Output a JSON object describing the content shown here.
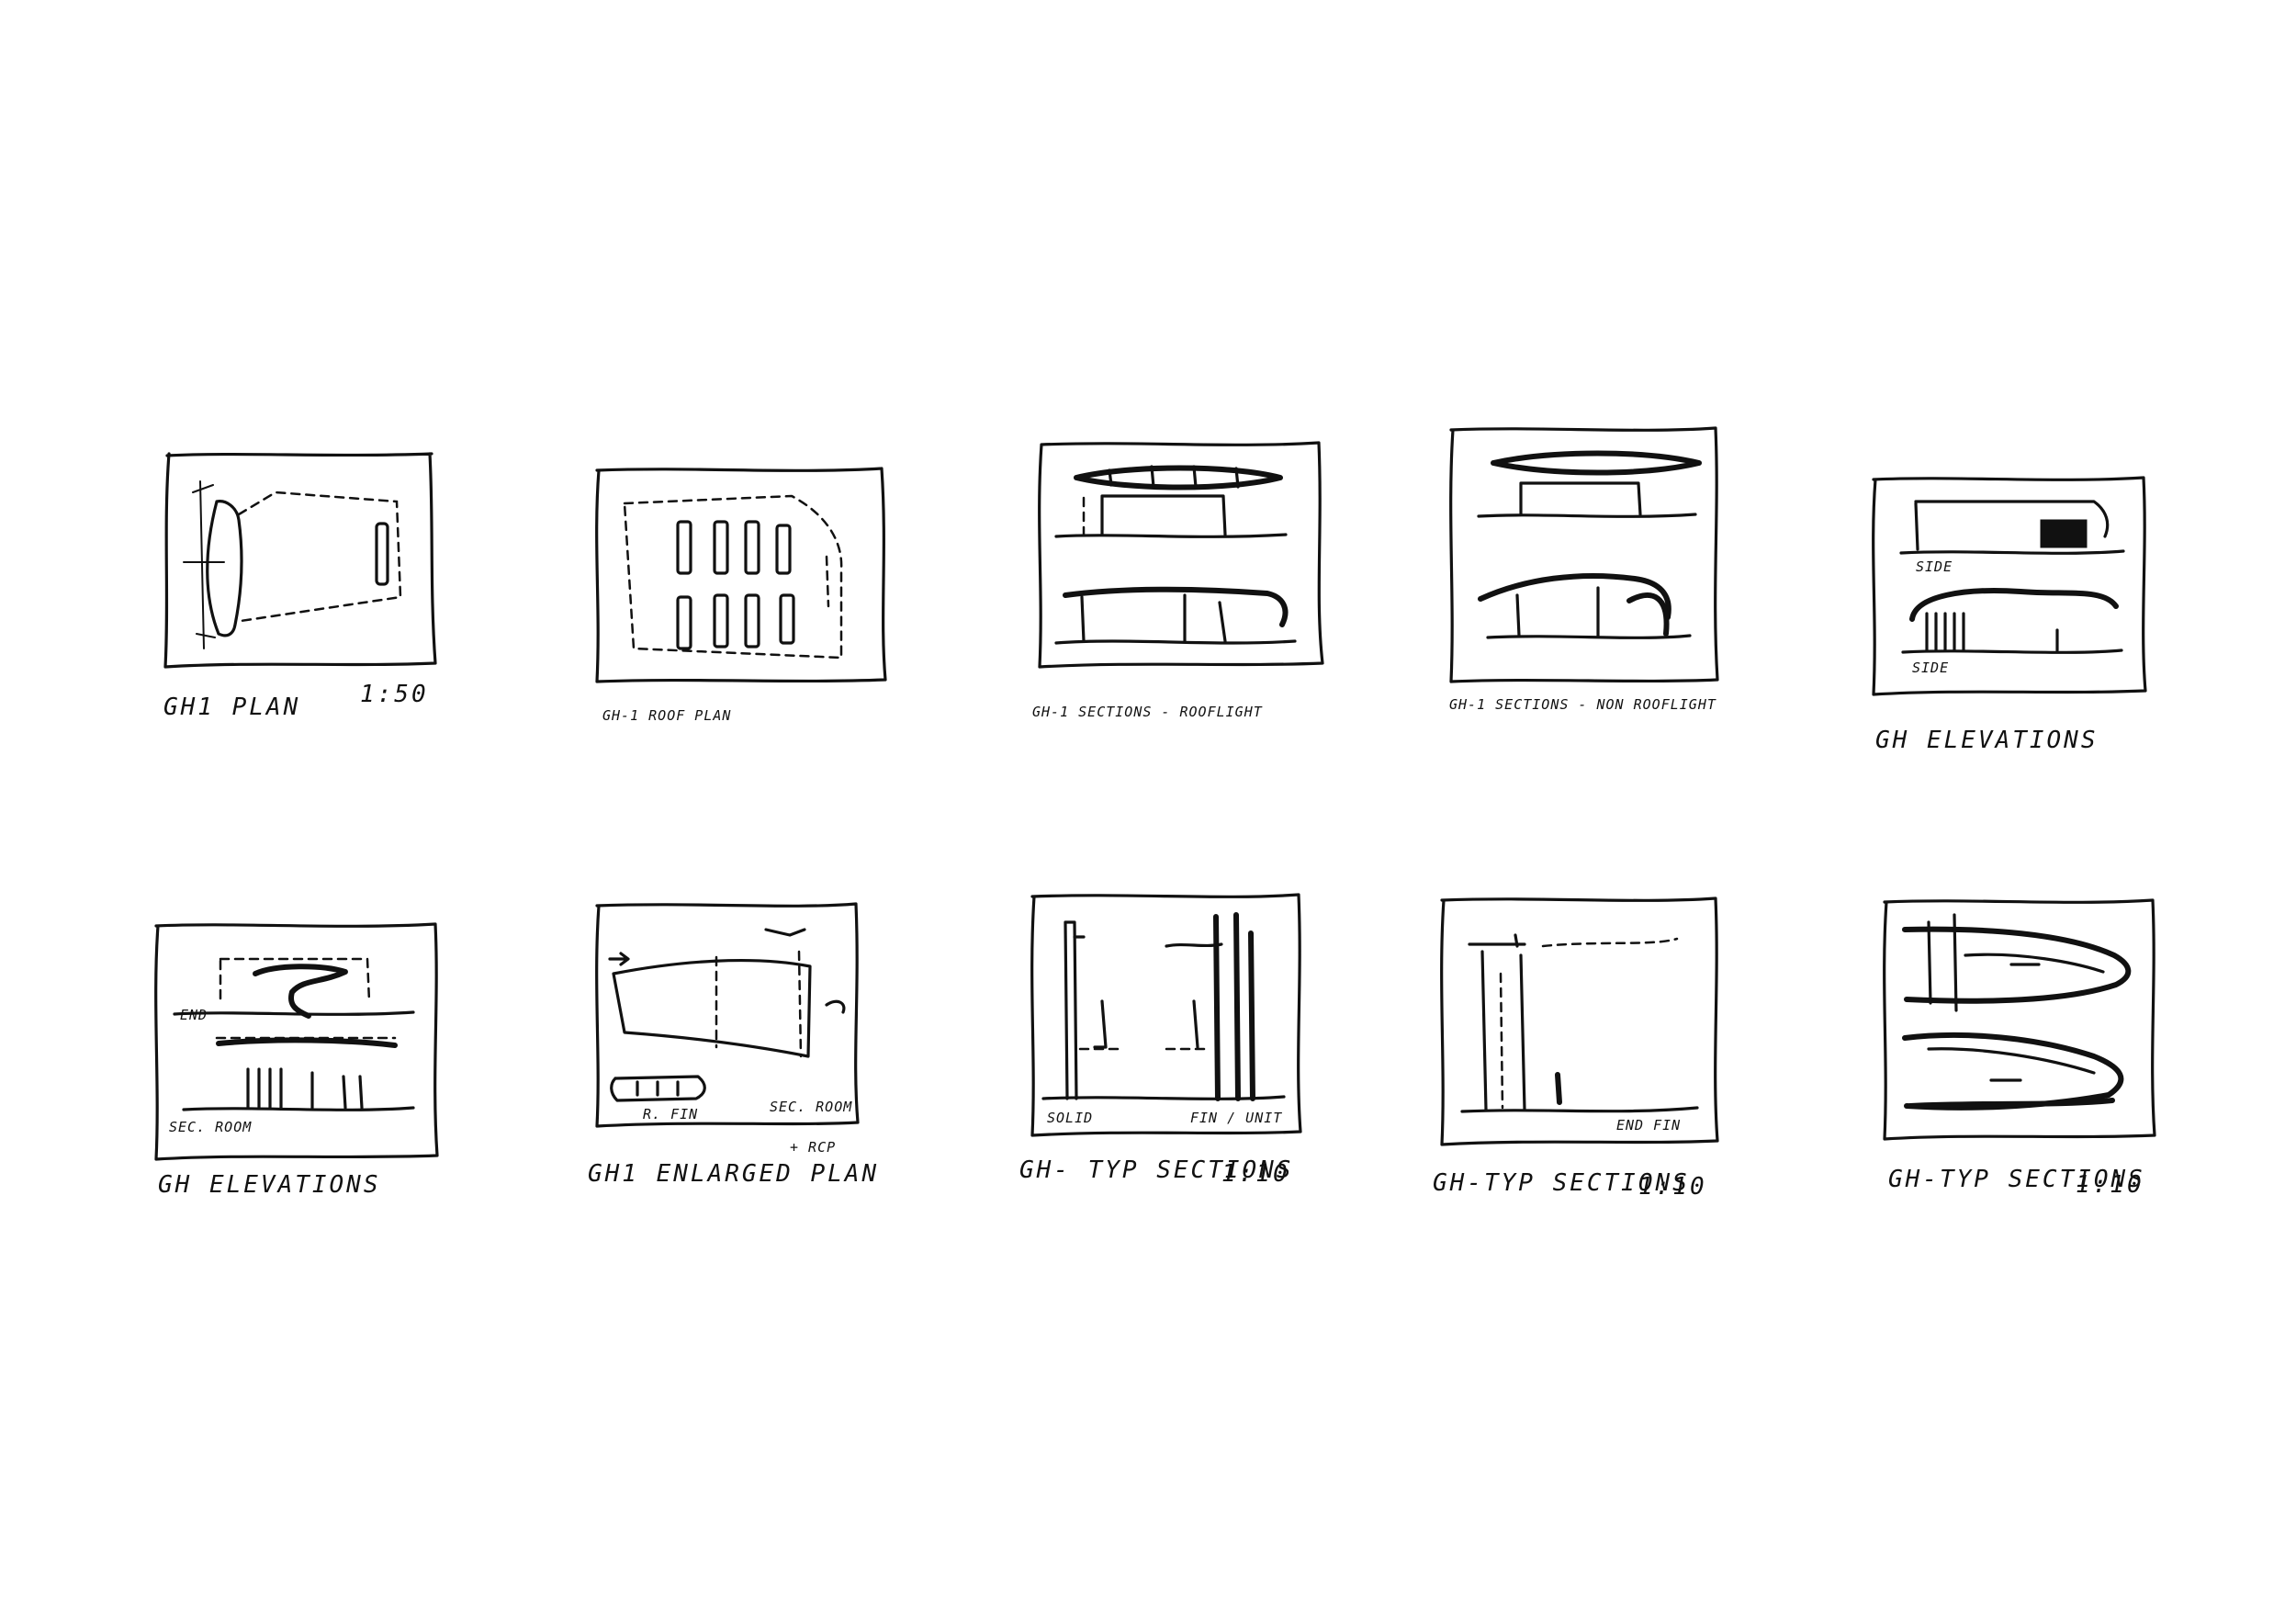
{
  "sheet": {
    "background": "#ffffff",
    "ink": "#111111"
  },
  "panels": [
    {
      "id": "p1",
      "caption": "GH1 PLAN",
      "scale": "1:50"
    },
    {
      "id": "p2",
      "caption": "GH-1 ROOF PLAN"
    },
    {
      "id": "p3",
      "caption": "GH-1 SECTIONS - ROOFLIGHT"
    },
    {
      "id": "p4",
      "caption": "GH-1 SECTIONS - NON ROOFLIGHT"
    },
    {
      "id": "p5",
      "caption": "GH ELEVATIONS",
      "labels": [
        "SIDE",
        "SIDE"
      ]
    },
    {
      "id": "p6",
      "caption": "GH ELEVATIONS",
      "labels": [
        "END",
        "SEC. ROOM"
      ]
    },
    {
      "id": "p7",
      "caption": "GH1 ENLARGED PLAN",
      "caption_extra": "+ RCP",
      "labels": [
        "R. FIN",
        "SEC. ROOM"
      ]
    },
    {
      "id": "p8",
      "caption": "GH- TYP SECTIONS",
      "scale": "1:10",
      "labels": [
        "SOLID",
        "FIN / UNIT"
      ]
    },
    {
      "id": "p9",
      "caption": "GH-TYP SECTIONS",
      "scale": "1:10",
      "labels": [
        "END FIN"
      ]
    },
    {
      "id": "p10",
      "caption": "GH-TYP SECTIONS",
      "scale": "1:10"
    }
  ]
}
